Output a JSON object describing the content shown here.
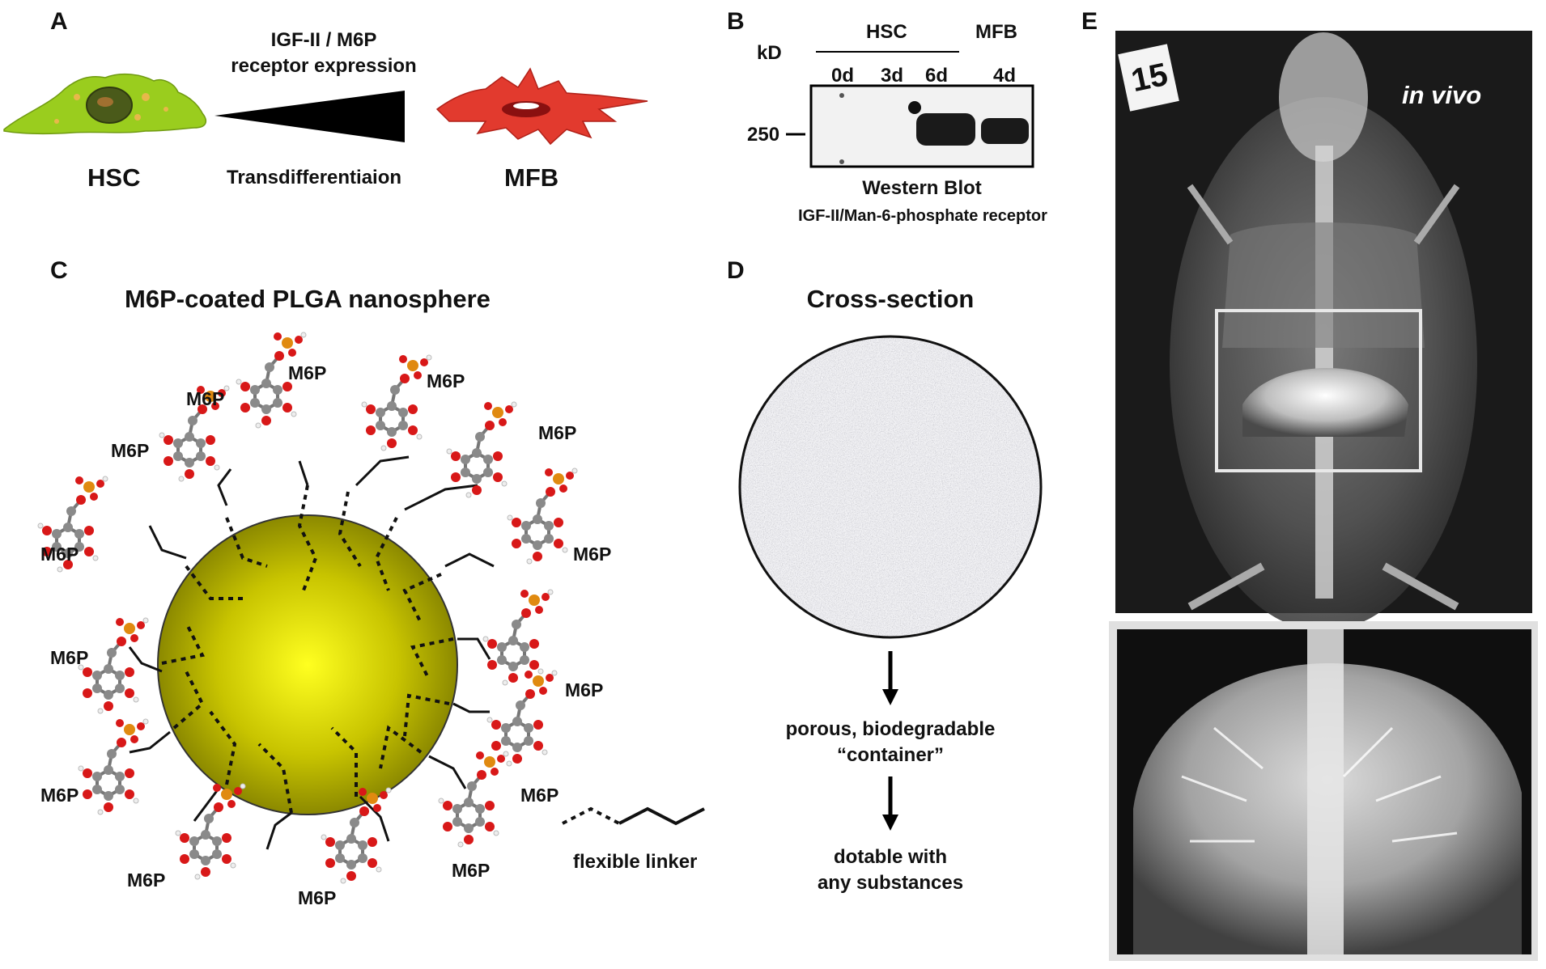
{
  "panels": {
    "A": {
      "letter": "A",
      "arrow_label_line1": "IGF-II / M6P",
      "arrow_label_line2": "receptor expression",
      "cell_left": "HSC",
      "cell_right": "MFB",
      "process": "Transdifferentiaion"
    },
    "B": {
      "letter": "B",
      "kd_label": "kD",
      "marker": "250",
      "group_hsc": "HSC",
      "group_mfb": "MFB",
      "lanes": [
        "0d",
        "3d",
        "6d",
        "4d"
      ],
      "caption1": "Western Blot",
      "caption2": "IGF-II/Man-6-phosphate receptor"
    },
    "C": {
      "letter": "C",
      "title": "M6P-coated PLGA nanosphere",
      "ligand": "M6P",
      "legend": "flexible linker"
    },
    "D": {
      "letter": "D",
      "title": "Cross-section",
      "step1_line1": "porous, biodegradable",
      "step1_line2": "“container”",
      "step2_line1": "dotable with",
      "step2_line2": "any substances"
    },
    "E": {
      "letter": "E",
      "tag": "15",
      "in_vivo": "in vivo"
    }
  },
  "colors": {
    "hsc_cell": "#9acd1e",
    "mfb_cell": "#e23a2e",
    "sphere_center": "#ffff00",
    "sphere_edge": "#8a8a00",
    "oxygen": "#d81818",
    "phosphorus": "#e08a10",
    "carbon": "#8a8a8a"
  }
}
